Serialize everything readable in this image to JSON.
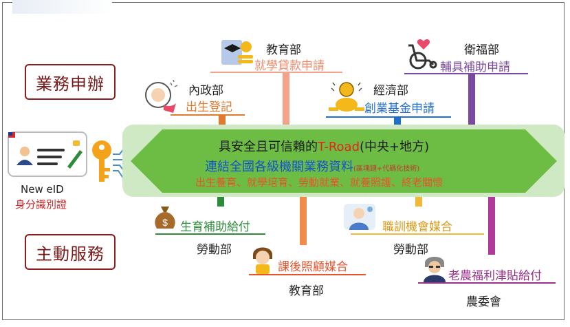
{
  "left_boxes": {
    "top": "業務申辦",
    "bottom": "主動服務"
  },
  "eid": {
    "line1": "New eID",
    "line2": "身分識別證"
  },
  "banner": {
    "line1_pre": "具安全且可信賴的",
    "line1_highlight": "T-Road",
    "line1_post": "(中央+地方)",
    "line2_main": "連結全國各級機關業務資料",
    "line2_small": "(區塊鏈+代碼化技術)",
    "line3": "出生養育、就學培育、勞動就業、就養照護、終老關懷"
  },
  "top_services": [
    {
      "agency": "內政部",
      "service": "出生登記",
      "color": "#e07a2f",
      "icon": "mother-baby-icon"
    },
    {
      "agency": "教育部",
      "service": "就學貸款申請",
      "color": "#f08a6a",
      "icon": "graduation-loan-icon"
    },
    {
      "agency": "經濟部",
      "service": "創業基金申請",
      "color": "#1f6fcf",
      "icon": "piggy-bank-icon"
    },
    {
      "agency": "衛福部",
      "service": "輔具補助申請",
      "color": "#7b4aa0",
      "icon": "wheelchair-icon"
    }
  ],
  "bottom_services": [
    {
      "agency": "勞動部",
      "service": "生育補助給付",
      "color": "#2e8b3a",
      "icon": "money-bag-icon"
    },
    {
      "agency": "教育部",
      "service": "課後照顧媒合",
      "color": "#e8542b",
      "icon": "child-icon"
    },
    {
      "agency": "勞動部",
      "service": "職訓機會媒合",
      "color": "#d99a1a",
      "icon": "worker-icon"
    },
    {
      "agency": "農委會",
      "service": "老農福利津貼給付",
      "color": "#9b2f8a",
      "icon": "elder-icon"
    }
  ]
}
